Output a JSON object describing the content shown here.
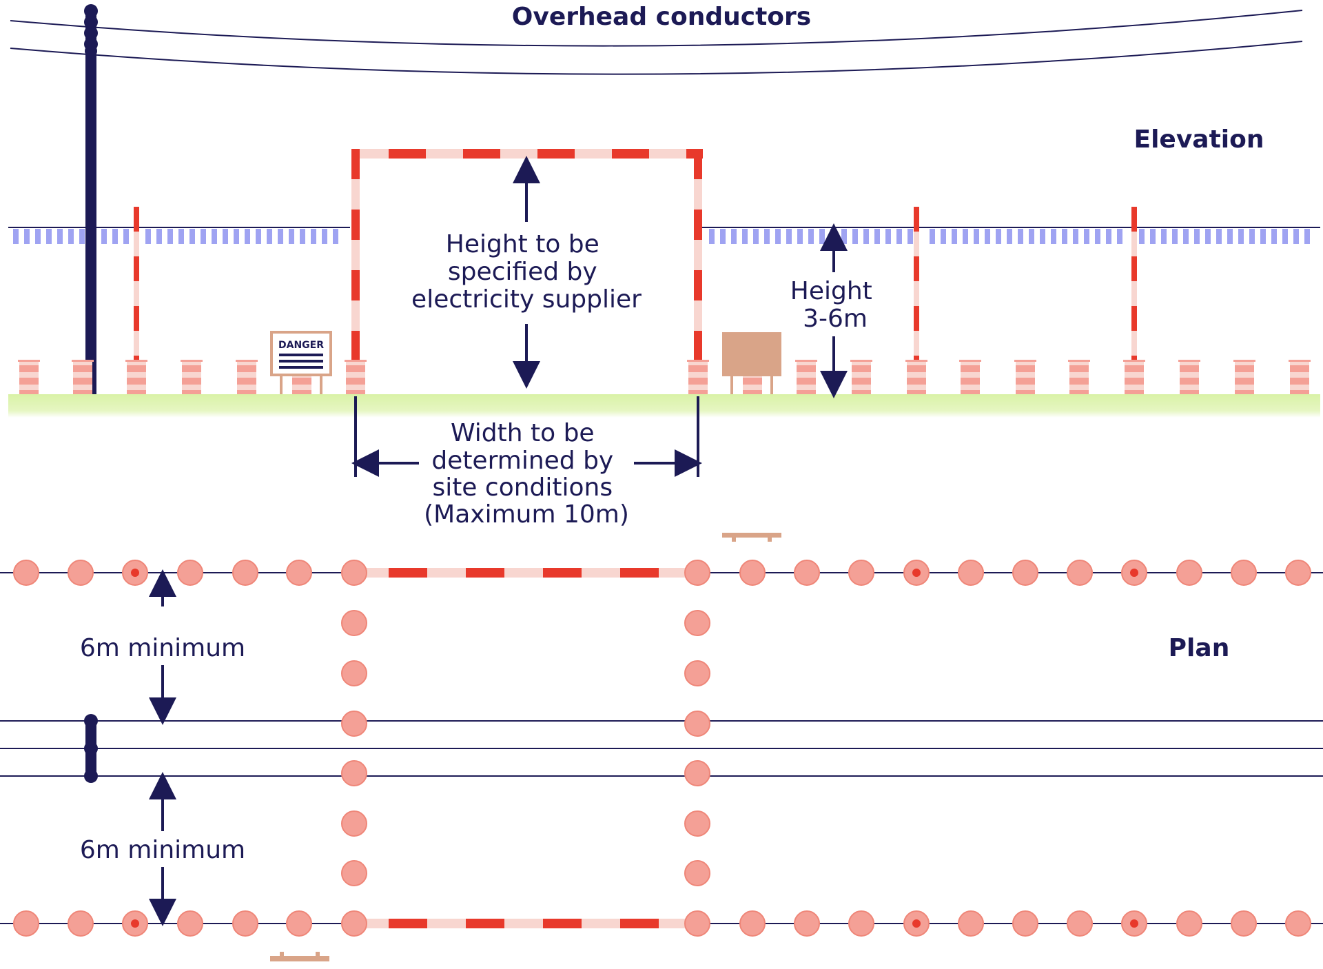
{
  "elevation": {
    "conductors_label": "Overhead conductors",
    "section_label": "Elevation",
    "goalpost_height_label": [
      "Height to be",
      "specified by",
      "electricity supplier"
    ],
    "barrier_height_label": [
      "Height",
      "3-6m"
    ],
    "width_label": [
      "Width to be",
      "determined by",
      "site conditions",
      "(Maximum 10m)"
    ],
    "sign_text": "DANGER"
  },
  "plan": {
    "section_label": "Plan",
    "distance_top_label": "6m minimum",
    "distance_bottom_label": "6m minimum"
  },
  "colors": {
    "navy": "#1c1a55",
    "red": "#e8392b",
    "pink": "#f8d6d0",
    "marker_fill": "#f4a096",
    "ground": "#d9f2a6",
    "bunting": "#9fa3f2",
    "sign_brown": "#d9a488"
  }
}
